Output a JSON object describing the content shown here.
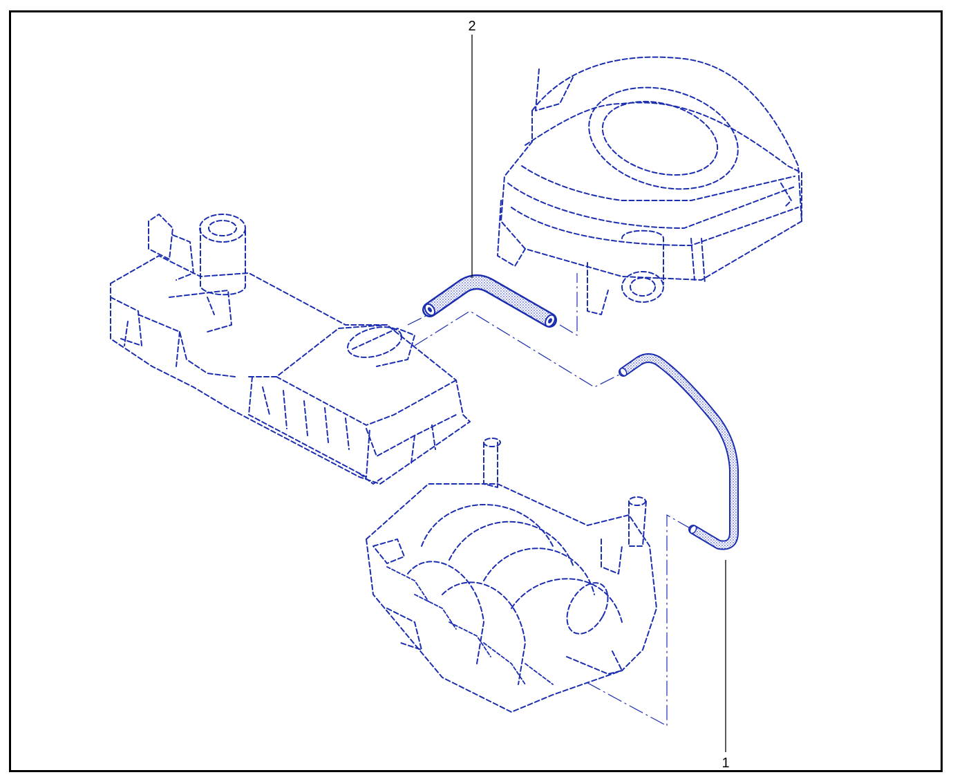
{
  "diagram": {
    "callouts": [
      {
        "id": "1",
        "label": "1"
      },
      {
        "id": "2",
        "label": "2"
      }
    ],
    "colors": {
      "linework": "#1a2db0",
      "frame": "#000000",
      "background": "#ffffff"
    }
  }
}
